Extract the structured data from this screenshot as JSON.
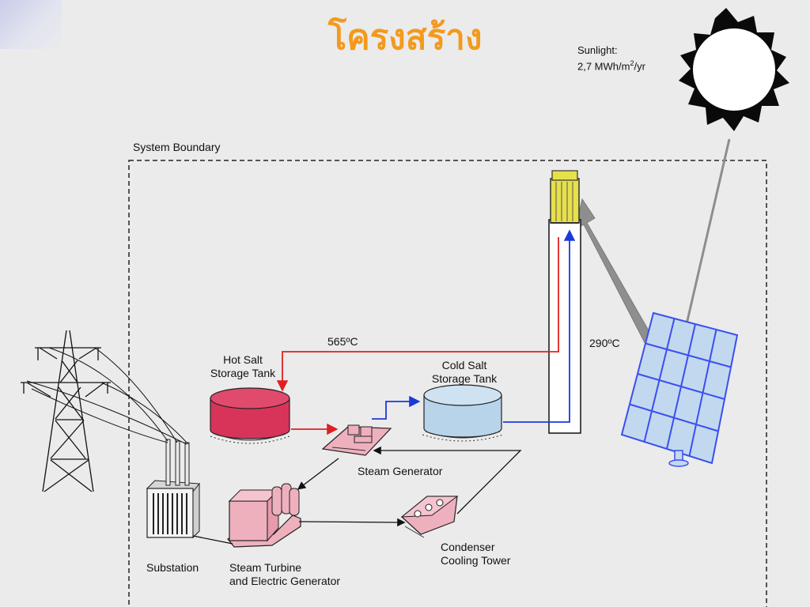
{
  "slide": {
    "title": "โครงสร้าง"
  },
  "labels": {
    "sunlight_line1": "Sunlight:",
    "sunlight_line2": "2,7 MWh/m",
    "sunlight_sup": "2",
    "sunlight_unit": "/yr",
    "system_boundary": "System Boundary",
    "temp_hot": "565ºC",
    "temp_cold": "290ºC",
    "hot_tank_line1": "Hot Salt",
    "hot_tank_line2": "Storage Tank",
    "cold_tank_line1": "Cold Salt",
    "cold_tank_line2": "Storage Tank",
    "steam_generator": "Steam Generator",
    "condenser_line1": "Condenser",
    "condenser_line2": "Cooling Tower",
    "substation": "Substation",
    "turbine_line1": "Steam Turbine",
    "turbine_line2": "and Electric Generator"
  },
  "colors": {
    "title": "#f39a1e",
    "hot_line": "#e02020",
    "cold_line": "#1a3ad8",
    "hot_tank": "#d8345a",
    "cold_tank": "#b8d4ea",
    "receiver": "#e6e04a",
    "heliostat": "#3a4ff0",
    "beam": "#8e8e8e",
    "equipment": "#efb0bd"
  }
}
